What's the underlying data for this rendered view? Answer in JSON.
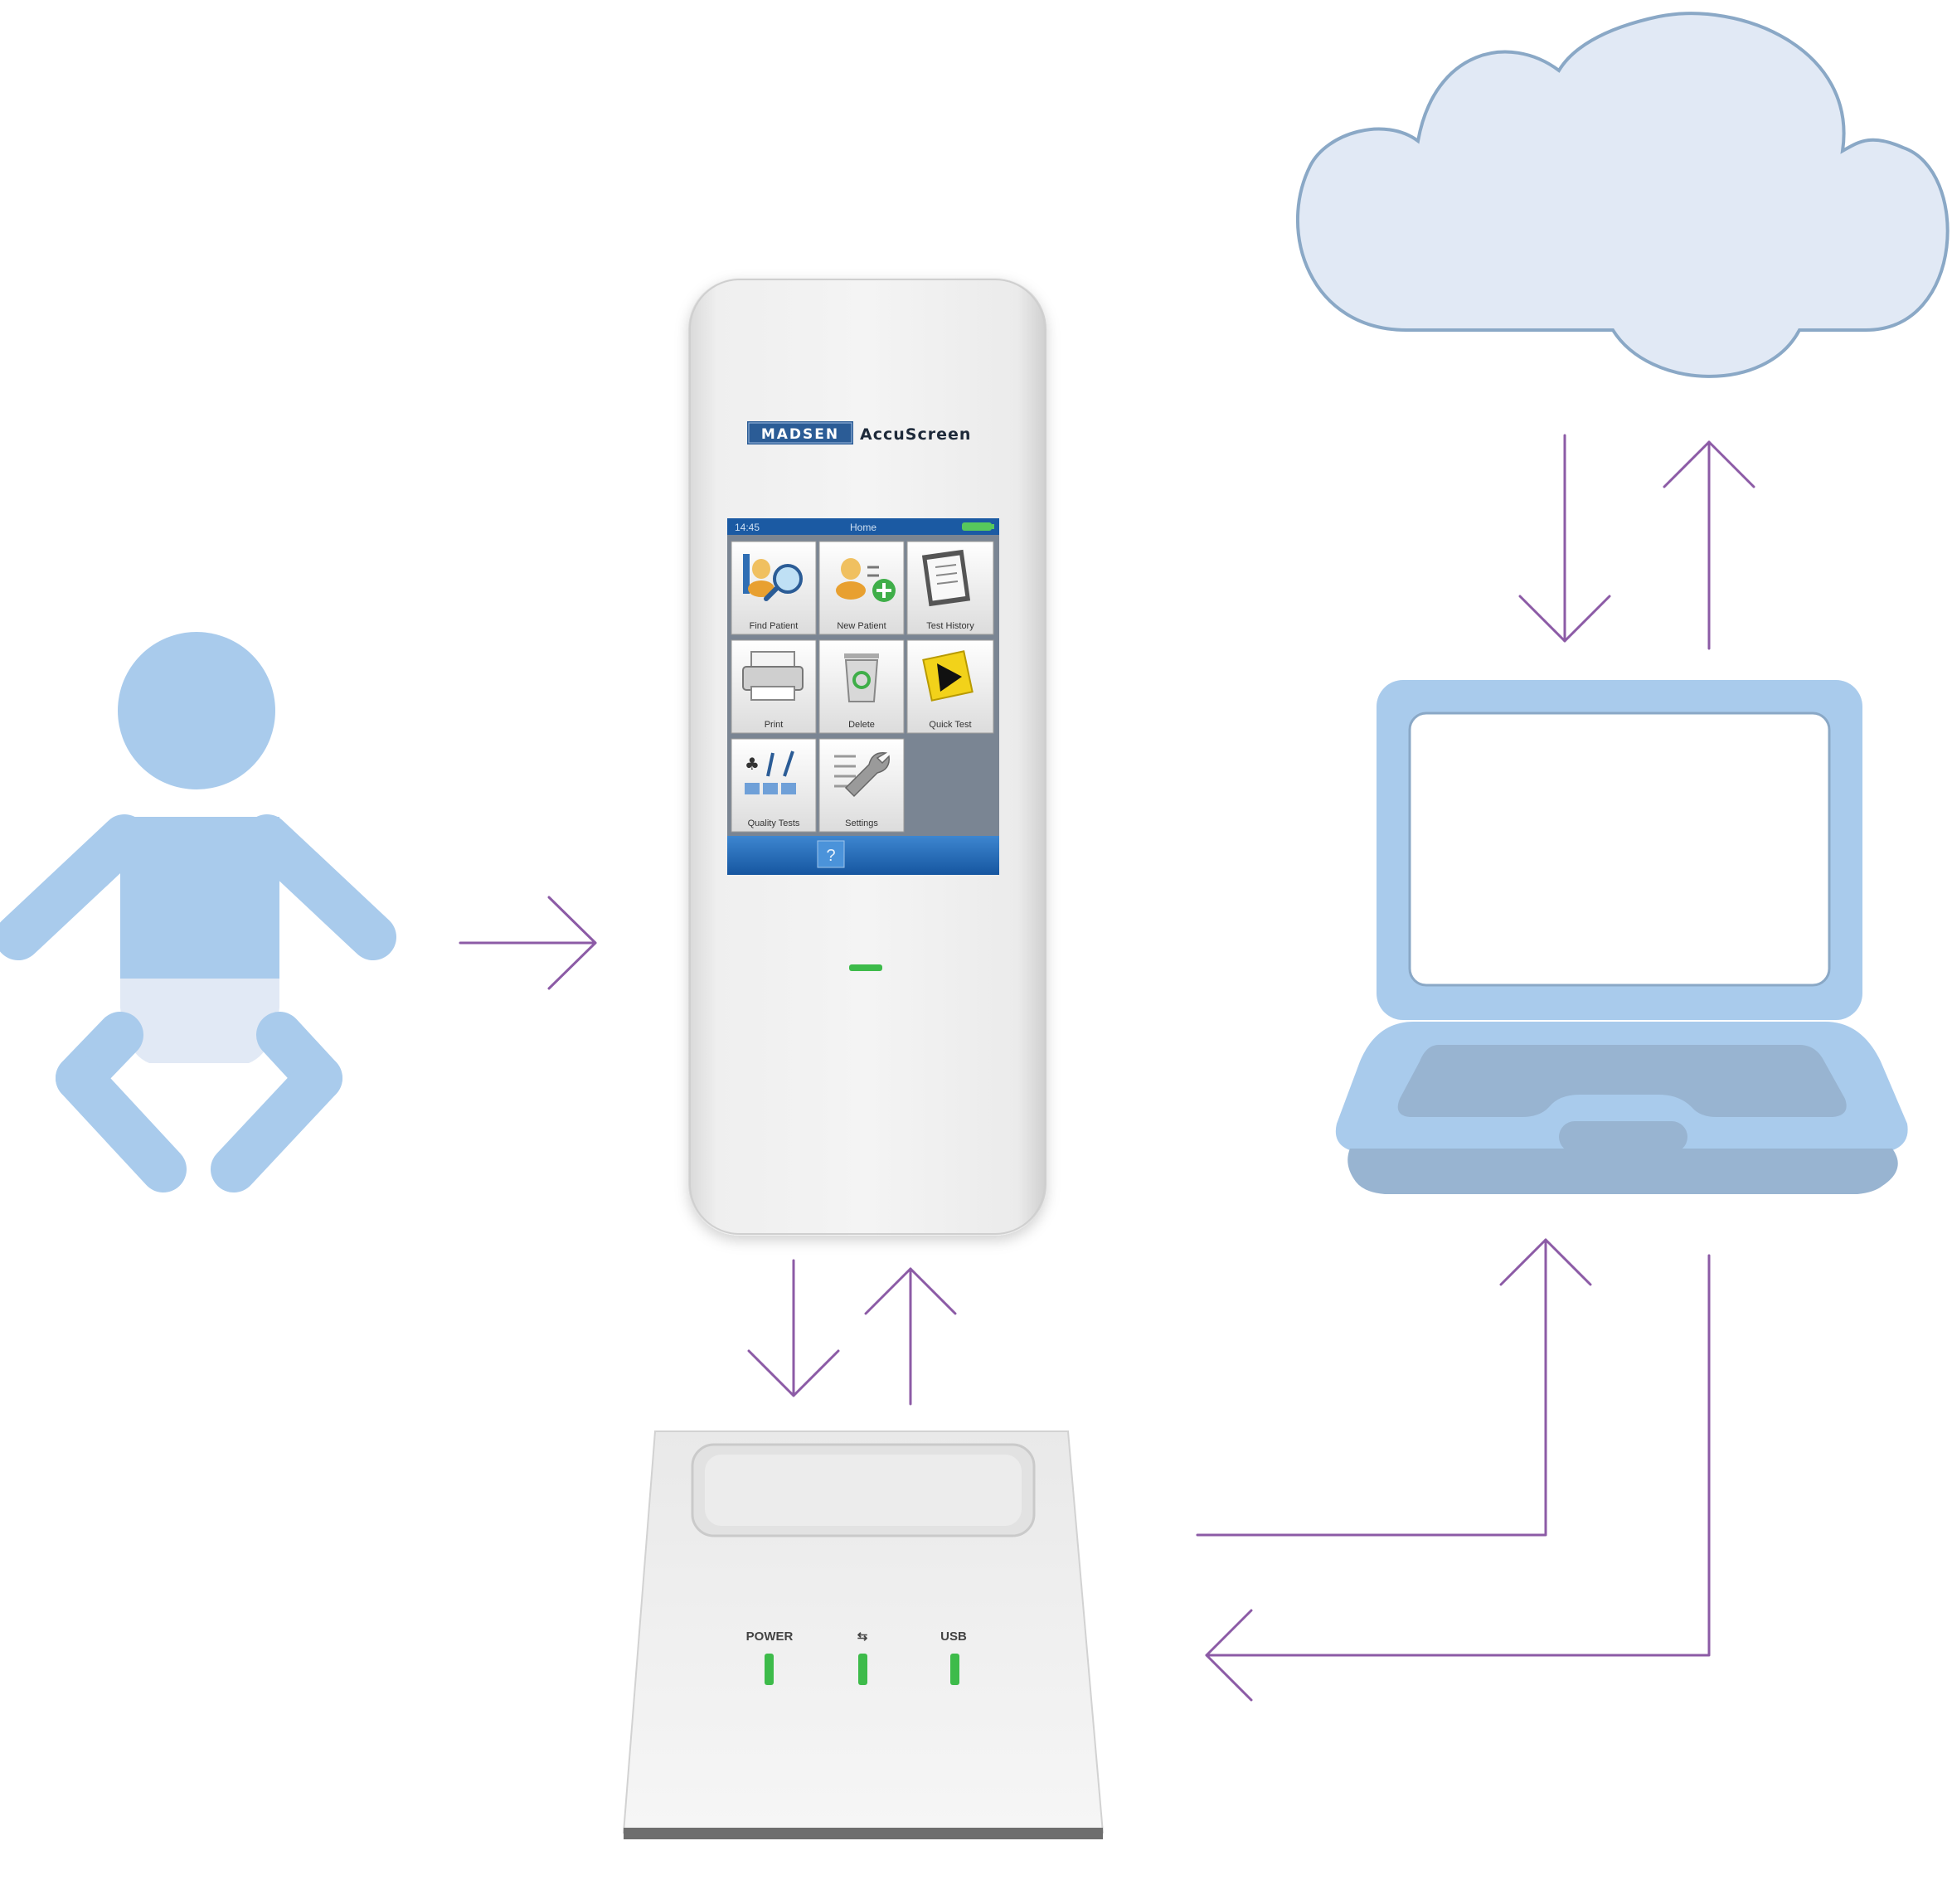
{
  "device": {
    "brand_left": "MADSEN",
    "brand_right": "AccuScreen",
    "status": {
      "time": "14:45",
      "title": "Home"
    },
    "tiles": [
      {
        "label": "Find Patient",
        "icon": "find-patient-icon"
      },
      {
        "label": "New Patient",
        "icon": "new-patient-icon"
      },
      {
        "label": "Test History",
        "icon": "test-history-icon"
      },
      {
        "label": "Print",
        "icon": "printer-icon"
      },
      {
        "label": "Delete",
        "icon": "recycle-bin-icon"
      },
      {
        "label": "Quick Test",
        "icon": "quick-test-icon"
      },
      {
        "label": "Quality Tests",
        "icon": "quality-tests-icon"
      },
      {
        "label": "Settings",
        "icon": "settings-icon"
      }
    ],
    "help": "?"
  },
  "dock": {
    "leds": [
      "POWER",
      "⇆",
      "USB"
    ]
  },
  "colors": {
    "icon_blue": "#a9cbec",
    "icon_light": "#e1e9f5",
    "cloud_fill": "#e1e9f5",
    "cloud_stroke": "#8aa8c6",
    "laptop_dark": "#98b4d1",
    "arrow": "#8c5ba6",
    "screen_blue": "#1c64b4",
    "led_green": "#3dbb4a"
  }
}
